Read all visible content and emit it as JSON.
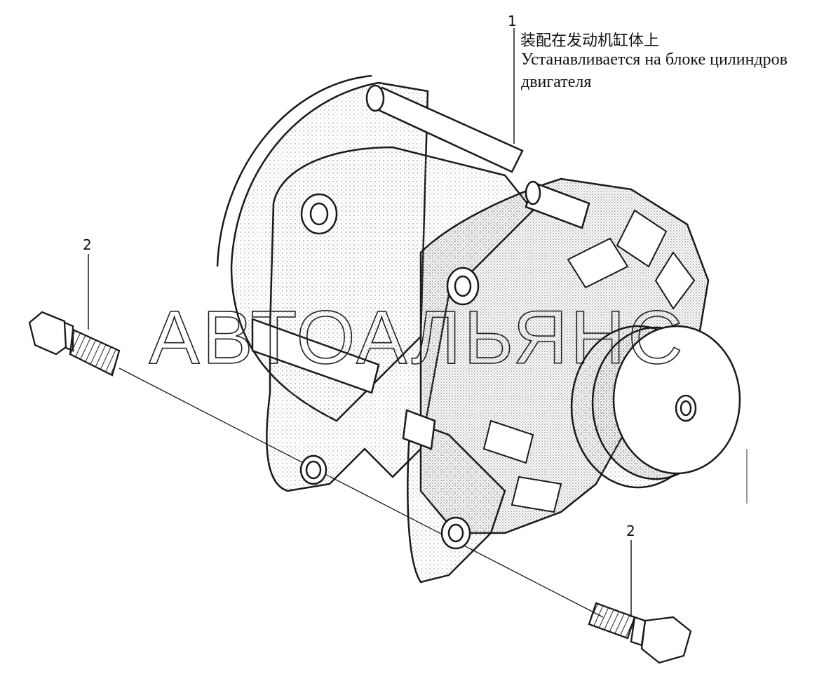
{
  "callouts": {
    "part1_number": "1",
    "part1_note_cn": "装配在发动机缸体上",
    "part1_note_ru_line1": "Устанавливается на блоке цилиндров",
    "part1_note_ru_line2": "двигателя",
    "part2_number_left": "2",
    "part2_number_right": "2"
  },
  "watermark": {
    "text": "АВТОАЛЬЯНС"
  },
  "colors": {
    "ink": "#1a1a1a",
    "stipple": "#9a9a9a",
    "paper": "#ffffff"
  }
}
